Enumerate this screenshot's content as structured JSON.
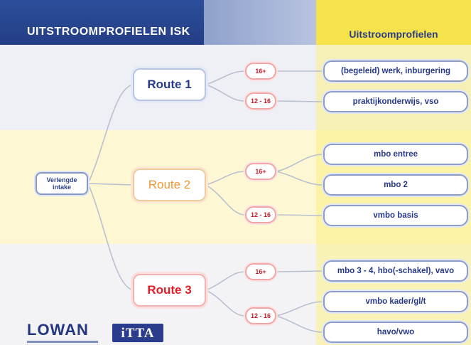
{
  "header": {
    "title": "UITSTROOMPROFIELEN ISK",
    "right_title": "Uitstroomprofielen"
  },
  "intake": {
    "label": "Verlengde intake"
  },
  "routes": [
    {
      "label": "Route 1",
      "color": "#26398a"
    },
    {
      "label": "Route 2",
      "color": "#f29833"
    },
    {
      "label": "Route 3",
      "color": "#e21c24"
    }
  ],
  "ages": [
    {
      "label": "16+"
    },
    {
      "label": "12 - 16"
    },
    {
      "label": "16+"
    },
    {
      "label": "12 - 16"
    },
    {
      "label": "16+"
    },
    {
      "label": "12 - 16"
    }
  ],
  "outcomes": [
    {
      "label": "(begeleid) werk, inburgering"
    },
    {
      "label": "praktijkonderwijs, vso"
    },
    {
      "label": "mbo entree"
    },
    {
      "label": "mbo 2"
    },
    {
      "label": "vmbo basis"
    },
    {
      "label": "mbo 3 - 4, hbo(-schakel), vavo"
    },
    {
      "label": "vmbo kader/gl/t"
    },
    {
      "label": "havo/vwo"
    }
  ],
  "logos": {
    "lowan": "LOWAN",
    "itta": "iTTA"
  },
  "colors": {
    "header_blue": "#2c4e9a",
    "header_yellow": "#f6e24a",
    "connector": "#b9c0cf"
  }
}
